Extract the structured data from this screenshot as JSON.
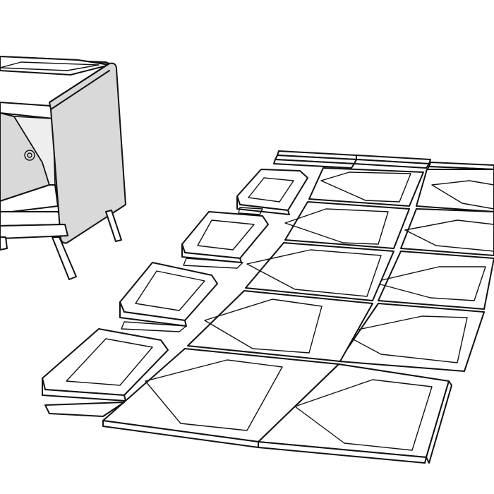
{
  "scene": {
    "background": "#ffffff",
    "line_color": "#111111",
    "panel_shade": "#d9d9d9",
    "parts": [
      {
        "id": "cabinet",
        "kind": "assembled-nightstand"
      },
      {
        "id": "side-frames",
        "kind": "flat-frame-pieces",
        "count": 4
      },
      {
        "id": "panels",
        "kind": "flat-panels-with-diamond-inlay",
        "count": 10
      },
      {
        "id": "slats",
        "kind": "edge-strips",
        "count": 3
      }
    ]
  }
}
